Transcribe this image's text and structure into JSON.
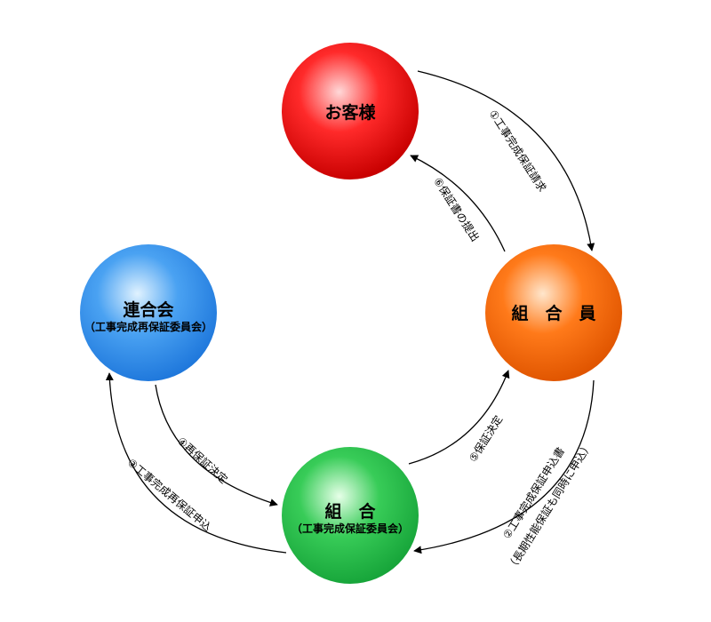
{
  "nodes": {
    "customer": {
      "title": "お客様",
      "subtitle": "",
      "color": "#ff0000"
    },
    "member": {
      "title": "組　合　員",
      "subtitle": "",
      "color": "#ff6600"
    },
    "union": {
      "title": "組　合",
      "subtitle": "（工事完成保証委員会）",
      "color": "#22bb44"
    },
    "federation": {
      "title": "連合会",
      "subtitle": "（工事完成再保証委員会）",
      "color": "#3388ee"
    }
  },
  "edges": {
    "e1": {
      "label": "①工事完成保証請求"
    },
    "e6": {
      "label": "⑥保証書の提出"
    },
    "e2": {
      "line1": "②工事完成保証申込書",
      "line2": "（長期性能保証も同時に申込）"
    },
    "e5": {
      "label": "⑤保証決定"
    },
    "e3": {
      "label": "③工事完成再保証申込"
    },
    "e4": {
      "label": "④再保証決定"
    }
  }
}
